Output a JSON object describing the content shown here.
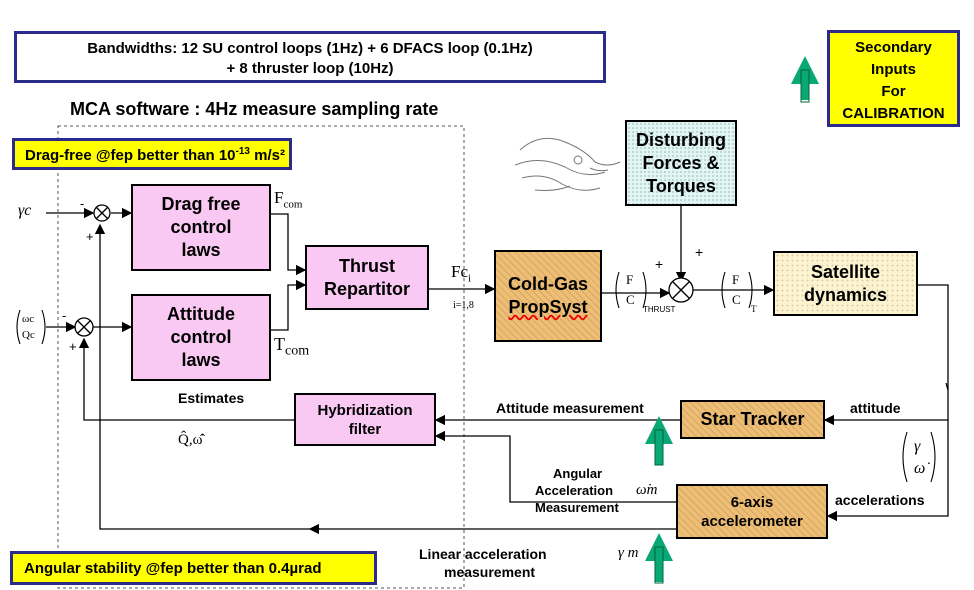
{
  "bandwidths": {
    "line1": "Bandwidths: 12 SU control loops (1Hz) + 6 DFACS loop (0.1Hz)",
    "line2": "+ 8 thruster loop (10Hz)"
  },
  "mca_title": "MCA software : 4Hz measure sampling rate",
  "drag_free": {
    "text": "Drag-free @fep better than 10",
    "exp": "-13",
    "unit": " m/s²"
  },
  "angular_stability": "Angular stability  @fep better than 0.4µrad",
  "secondary": {
    "line1": "Secondary",
    "line2": "Inputs",
    "line3": "For",
    "line4": "CALIBRATION"
  },
  "blocks": {
    "drag_free_control": {
      "line1": "Drag free",
      "line2": "control",
      "line3": "laws"
    },
    "attitude_control": {
      "line1": "Attitude",
      "line2": "control",
      "line3": "laws"
    },
    "thrust_repartitor": {
      "line1": "Thrust",
      "line2": "Repartitor"
    },
    "hybridization": {
      "line1": "Hybridization",
      "line2": "filter"
    },
    "cold_gas": {
      "line1": "Cold-Gas",
      "line2": "PropSyst"
    },
    "satellite": {
      "line1": "Satellite",
      "line2": "dynamics"
    },
    "star_tracker": "Star Tracker",
    "accelerometer": {
      "line1": "6-axis",
      "line2": "accelerometer"
    },
    "disturbing": {
      "line1": "Disturbing",
      "line2": "Forces &",
      "line3": "Torques"
    }
  },
  "labels": {
    "gamma_c": "γc",
    "omega_c": "ωc",
    "q_c": "Qc",
    "f_com_main": "F",
    "f_com_sub": "com",
    "t_com_main": "T",
    "t_com_sub": "com",
    "fc_main": "Fc",
    "fc_sub": "i",
    "i_range": "i=1,8",
    "f": "F",
    "c": "C",
    "thrust": "THRUST",
    "t": "T",
    "estimates": "Estimates",
    "q_omega_hat": "Q̂,ω̂̇",
    "attitude_measurement": "Attitude measurement",
    "attitude": "attitude",
    "gamma": "γ",
    "omega_dot": "ω̇",
    "accelerations": "accelerations",
    "angular_l1": "Angular",
    "angular_l2": "Acceleration",
    "angular_l3": "Measurement",
    "omega_m": "ω̇m",
    "gamma_m": "γ m",
    "linear_l1": "Linear acceleration",
    "linear_l2": "measurement",
    "minus": "-",
    "plus": "+"
  }
}
